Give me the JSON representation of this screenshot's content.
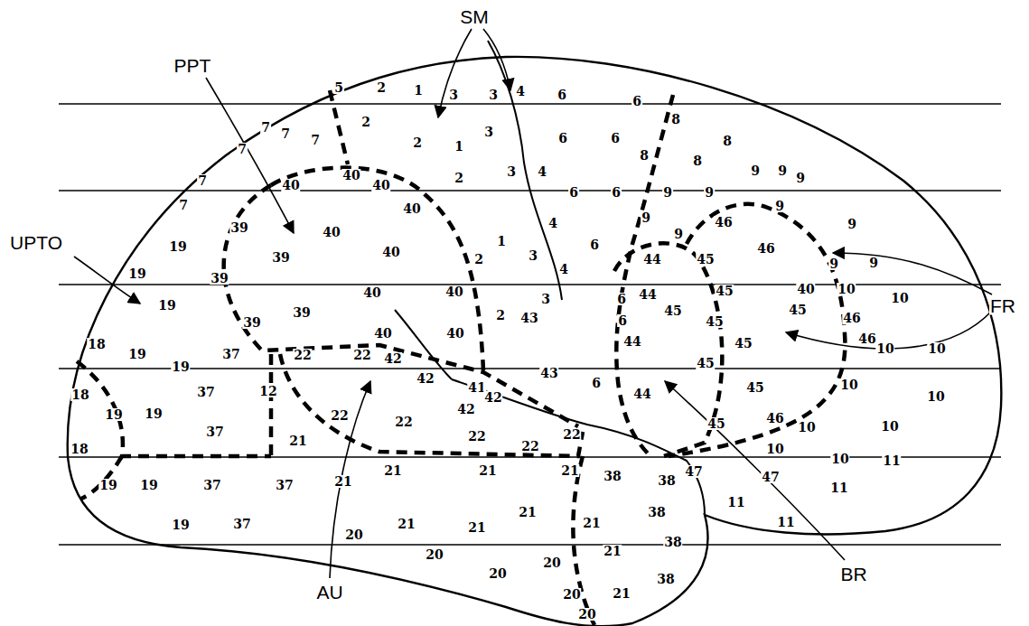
{
  "diagram": {
    "labels": [
      "SM",
      "PPT",
      "UPTO",
      "FR",
      "AU",
      "BR",
      "5",
      "2",
      "1",
      "3",
      "3",
      "4",
      "6",
      "6",
      "8",
      "7",
      "2",
      "7",
      "7",
      "7",
      "2",
      "1",
      "3",
      "6",
      "6",
      "8",
      "8",
      "8",
      "7",
      "40",
      "40",
      "40",
      "2",
      "3",
      "4",
      "9",
      "9",
      "9",
      "7",
      "6",
      "6",
      "9",
      "9",
      "9",
      "9",
      "40",
      "39",
      "40",
      "4",
      "9",
      "46",
      "9",
      "1",
      "6",
      "19",
      "46",
      "39",
      "40",
      "3",
      "2",
      "44",
      "45",
      "9",
      "9",
      "19",
      "4",
      "39",
      "40",
      "40",
      "40",
      "10",
      "45",
      "44",
      "3",
      "6",
      "10",
      "19",
      "45",
      "45",
      "39",
      "2",
      "43",
      "46",
      "6",
      "45",
      "39",
      "40",
      "40",
      "46",
      "44",
      "45",
      "18",
      "10",
      "10",
      "19",
      "37",
      "22",
      "22",
      "42",
      "45",
      "19",
      "43",
      "42",
      "6",
      "10",
      "45",
      "41",
      "12",
      "37",
      "44",
      "18",
      "10",
      "42",
      "42",
      "19",
      "19",
      "22",
      "46",
      "22",
      "45",
      "10",
      "10",
      "37",
      "22",
      "22",
      "21",
      "22",
      "18",
      "10",
      "10",
      "11",
      "21",
      "21",
      "21",
      "47",
      "38",
      "47",
      "38",
      "21",
      "19",
      "19",
      "37",
      "37",
      "11",
      "11",
      "21",
      "38",
      "11",
      "21",
      "19",
      "37",
      "21",
      "21",
      "20",
      "38",
      "21",
      "20",
      "20",
      "20",
      "38",
      "20",
      "21",
      "20"
    ]
  }
}
